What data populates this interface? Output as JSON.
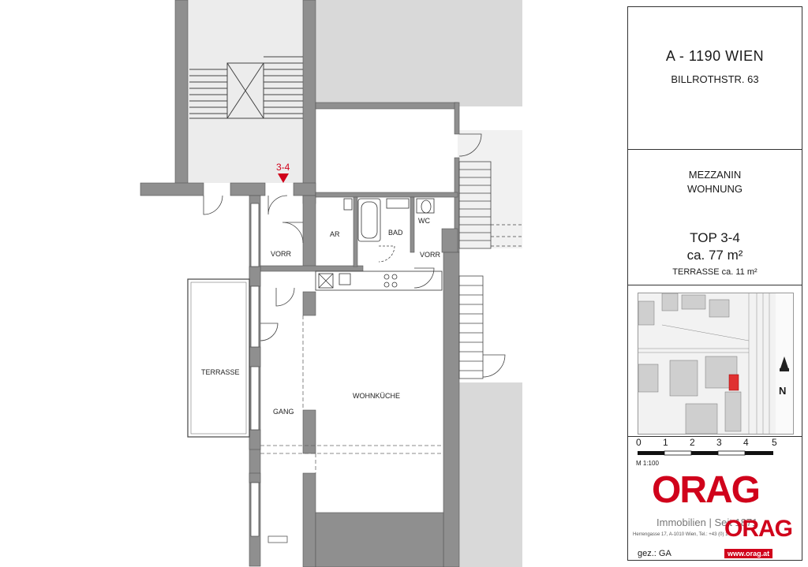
{
  "header": {
    "city": "A - 1190 WIEN",
    "street": "BILLROTHSTR. 63"
  },
  "level": {
    "floor": "MEZZANIN",
    "type": "WOHNUNG"
  },
  "unit": {
    "top": "TOP 3-4",
    "area": "ca. 77 m²",
    "terrace": "TERRASSE ca. 11 m²"
  },
  "north_label": "N",
  "scale": {
    "ticks": [
      "0",
      "1",
      "2",
      "3",
      "4",
      "5"
    ],
    "label": "M 1:100"
  },
  "company": {
    "logo": "ORAG",
    "tagline": "Immobilien | Seit 1871",
    "address": "Herrengasse 17, A-1010 Wien, Tel.: +43 (0) 1 ..."
  },
  "stamp": {
    "logo": "ORAG",
    "url": "www.orag.at"
  },
  "signature": "gez.: GA",
  "plan": {
    "entrance_marker": "3-4",
    "rooms": [
      "AR",
      "BAD",
      "WC",
      "VORR",
      "VORR",
      "TERRASSE",
      "GANG",
      "WOHNKÜCHE"
    ]
  },
  "colors": {
    "accent": "#d0021b",
    "wall": "#8f8f8f",
    "neighbor": "#d9d9d9",
    "stair": "#ededed"
  }
}
